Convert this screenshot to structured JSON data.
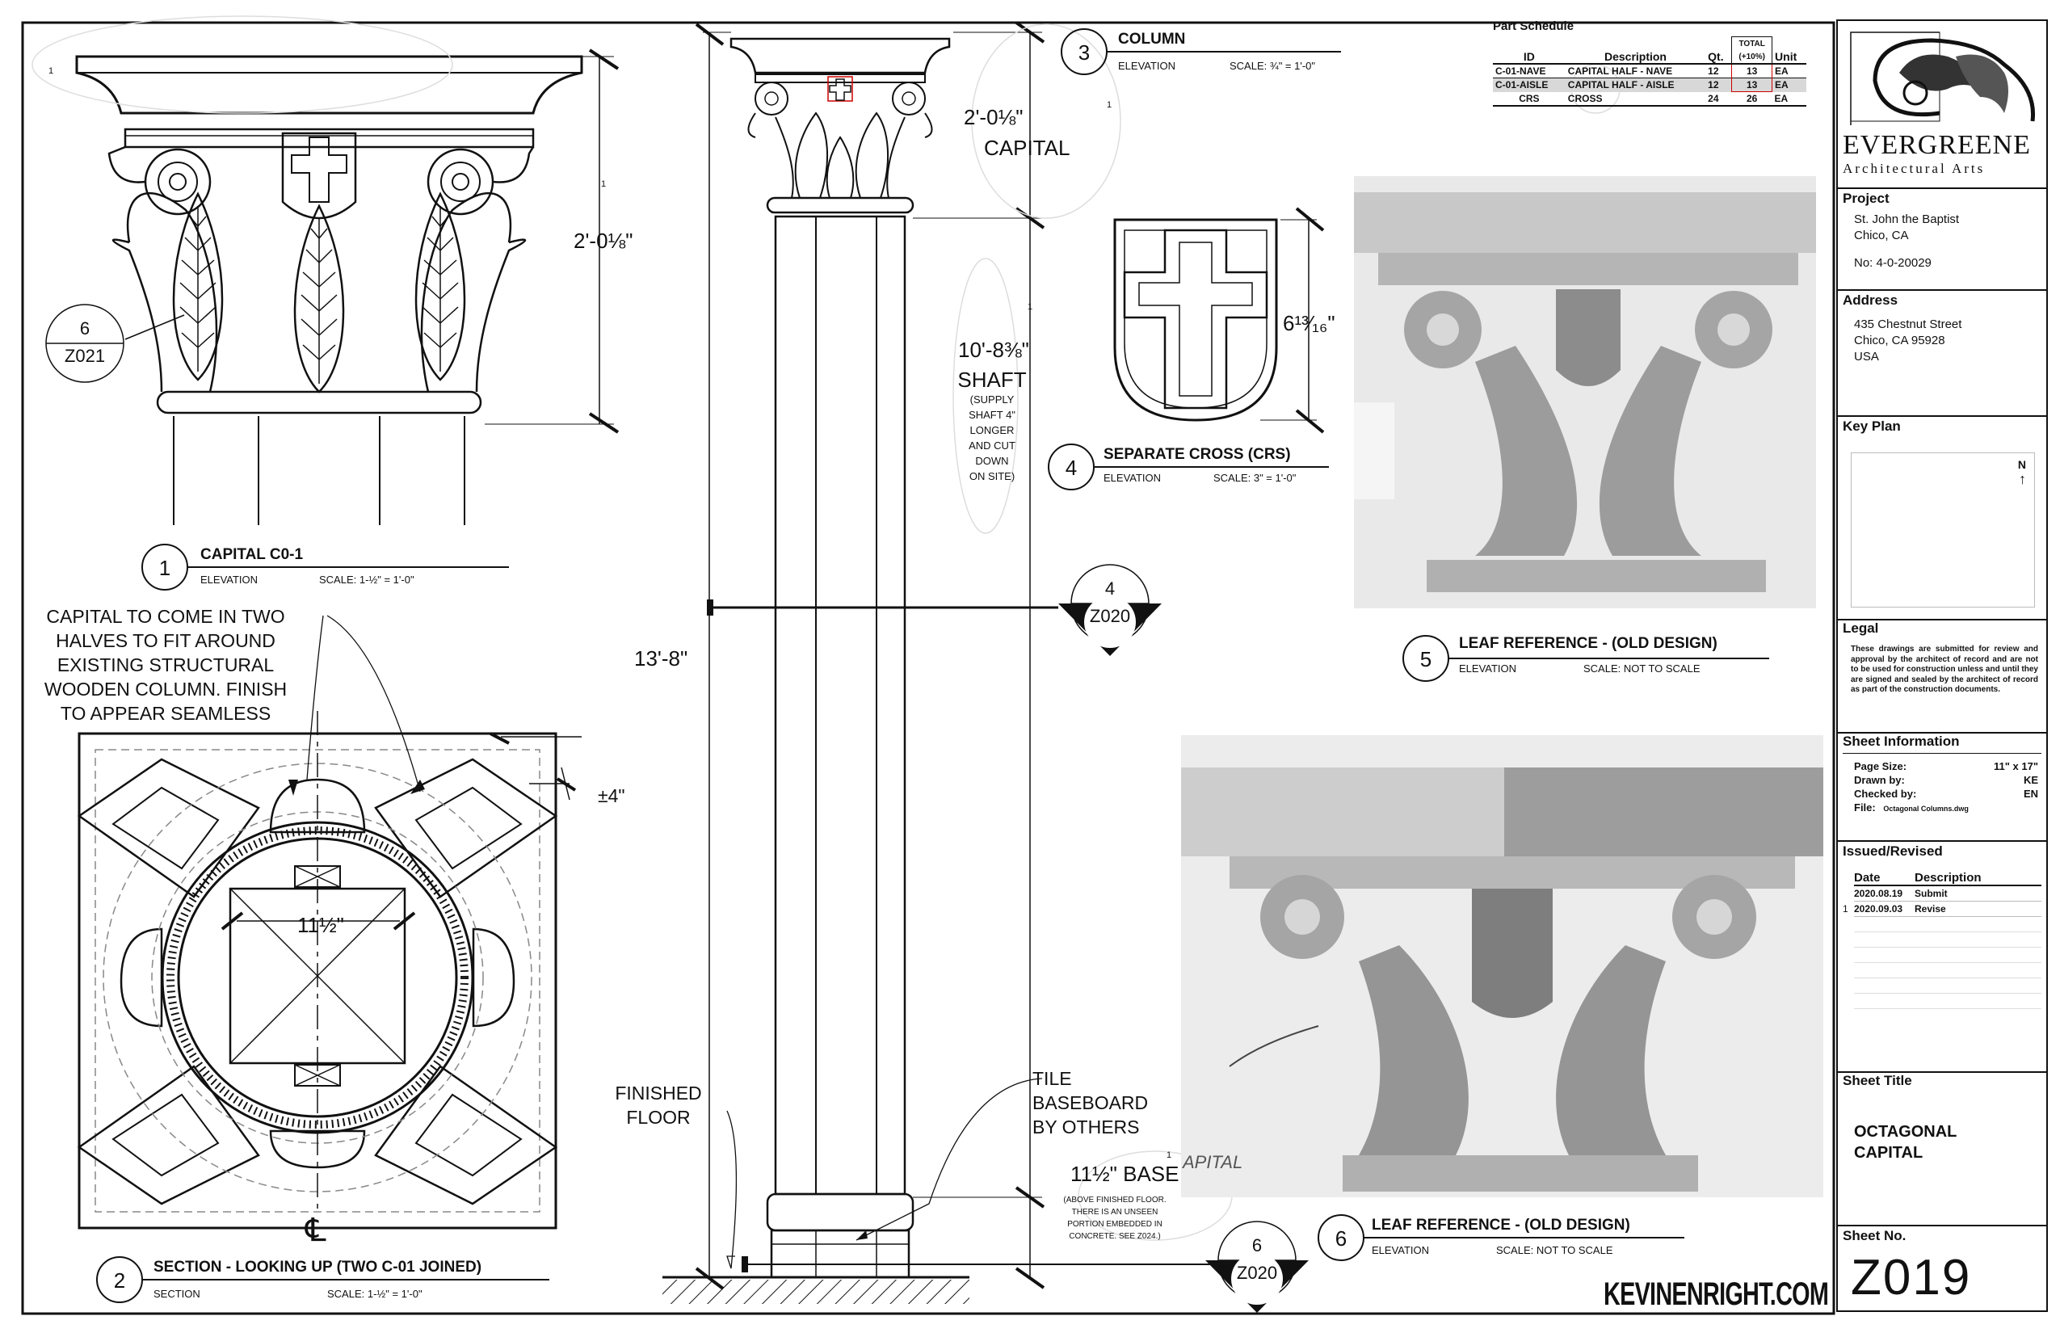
{
  "views": {
    "v1": {
      "num": "1",
      "title": "CAPITAL C0-1",
      "type": "ELEVATION",
      "scale": "SCALE: 1-½\" = 1'-0\""
    },
    "v2": {
      "num": "2",
      "title": "SECTION - LOOKING UP (TWO C-01 JOINED)",
      "type": "SECTION",
      "scale": "SCALE: 1-½\" = 1'-0\""
    },
    "v3": {
      "num": "3",
      "title": "COLUMN",
      "type": "ELEVATION",
      "scale": "SCALE: ¾\" = 1'-0\""
    },
    "v4": {
      "num": "4",
      "title": "SEPARATE CROSS (CRS)",
      "type": "ELEVATION",
      "scale": "SCALE: 3\" = 1'-0\""
    },
    "v5": {
      "num": "5",
      "title": "LEAF REFERENCE - (OLD DESIGN)",
      "type": "ELEVATION",
      "scale": "SCALE: NOT TO SCALE"
    },
    "v6": {
      "num": "6",
      "title": "LEAF REFERENCE - (OLD DESIGN)",
      "type": "ELEVATION",
      "scale": "SCALE: NOT TO SCALE"
    }
  },
  "callouts": {
    "c6": {
      "num": "6",
      "ref": "Z021"
    },
    "c4": {
      "num": "4",
      "ref": "Z020"
    },
    "c6b": {
      "num": "6",
      "ref": "Z020"
    }
  },
  "dimensions": {
    "cap_height": "2'-0⅛\"",
    "cap_height_label": "CAPITAL",
    "shaft": "10'-8⅜\"",
    "shaft_label": "SHAFT",
    "shaft_note": [
      "(SUPPLY",
      "SHAFT 4\"",
      "LONGER",
      "AND CUT",
      "DOWN",
      "ON SITE)"
    ],
    "total": "13'-8\"",
    "cross": "6¹³⁄₁₆\"",
    "section_width": "11½\"",
    "tolerance": "±4\"",
    "base": "11½\" BASE",
    "base_note": [
      "(ABOVE FINISHED FLOOR.",
      "THERE IS AN UNSEEN",
      "PORTION EMBEDDED IN",
      "CONCRETE. SEE Z024.)"
    ],
    "revision_marks": "1"
  },
  "notes": {
    "capital_halves": [
      "CAPITAL TO COME IN TWO",
      "HALVES TO FIT AROUND",
      "EXISTING STRUCTURAL",
      "WOODEN  COLUMN. FINISH",
      "TO APPEAR SEAMLESS"
    ],
    "finished_floor": [
      "FINISHED",
      "FLOOR"
    ],
    "tile": [
      "TILE",
      "BASEBOARD",
      "BY OTHERS"
    ],
    "centerline": "℄",
    "photo_caption": "APITAL",
    "watermark": "KEVINENRIGHT.COM"
  },
  "part_schedule": {
    "title": "Part Schedule",
    "total_label": "TOTAL",
    "headers": [
      "ID",
      "Description",
      "Qt.",
      "(+10%)",
      "Unit"
    ],
    "rows": [
      [
        "C-01-NAVE",
        "CAPITAL HALF - NAVE",
        "12",
        "13",
        "EA"
      ],
      [
        "C-01-AISLE",
        "CAPITAL HALF - AISLE",
        "12",
        "13",
        "EA"
      ],
      [
        "CRS",
        "CROSS",
        "24",
        "26",
        "EA"
      ]
    ]
  },
  "title_block": {
    "logo_main": "EVERGREENE",
    "logo_sub": "Architectural Arts",
    "project_label": "Project",
    "project": [
      "St. John the Baptist",
      "Chico, CA"
    ],
    "project_no": "No: 4-0-20029",
    "address_label": "Address",
    "address": [
      "435 Chestnut Street",
      "Chico, CA 95928",
      "USA"
    ],
    "keyplan_label": "Key Plan",
    "north": "N",
    "legal_label": "Legal",
    "legal_text": "These drawings are submitted for review and approval by the architect of record and are not to be used for construction unless and until they are signed and sealed by the architect of record as part of the construction documents.",
    "sheetinfo_label": "Sheet Information",
    "page_size_label": "Page Size:",
    "page_size": "11\" x 17\"",
    "drawn_label": "Drawn by:",
    "drawn": "KE",
    "checked_label": "Checked by:",
    "checked": "EN",
    "file_label": "File:",
    "file": "Octagonal Columns.dwg",
    "issued_label": "Issued/Revised",
    "issued_headers": [
      "Date",
      "Description"
    ],
    "issued": [
      {
        "rev": "",
        "date": "2020.08.19",
        "desc": "Submit"
      },
      {
        "rev": "1",
        "date": "2020.09.03",
        "desc": "Revise"
      }
    ],
    "sheet_title_label": "Sheet Title",
    "sheet_title": [
      "OCTAGONAL",
      "CAPITAL"
    ],
    "sheet_no_label": "Sheet No.",
    "sheet_no": "Z019"
  }
}
